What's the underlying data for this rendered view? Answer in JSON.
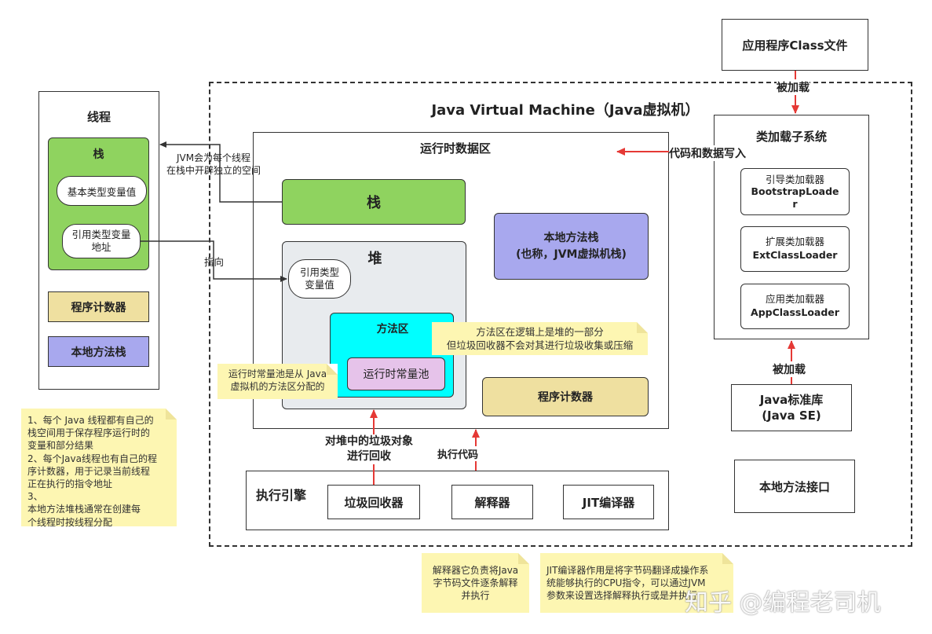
{
  "jvm": {
    "title": "Java Virtual Machine（Java虚拟机）"
  },
  "thread": {
    "title": "线程",
    "stack": {
      "title": "栈",
      "primitive": "基本类型变量值",
      "reference_line1": "引用类型变量",
      "reference_line2": "地址"
    },
    "pc": "程序计数器",
    "native_stack": "本地方法栈"
  },
  "runtime": {
    "title": "运行时数据区",
    "stack": "栈",
    "heap": {
      "title": "堆",
      "ref_line1": "引用类型",
      "ref_line2": "变量值"
    },
    "method_area": {
      "title": "方法区",
      "constant_pool": "运行时常量池"
    },
    "native_stack_line1": "本地方法栈",
    "native_stack_line2": "(也称，JVM虚拟机栈)",
    "pc": "程序计数器"
  },
  "engine": {
    "title": "执行引擎",
    "gc": "垃圾回收器",
    "interpreter": "解释器",
    "jit": "JIT编译器"
  },
  "classfile": "应用程序Class文件",
  "loader": {
    "title": "类加载子系统",
    "bootstrap_line1": "引导类加载器",
    "bootstrap_line2": "BootstrapLoade",
    "bootstrap_line3": "r",
    "ext_line1": "扩展类加载器",
    "ext_line2": "ExtClassLoader",
    "app_line1": "应用类加载器",
    "app_line2": "AppClassLoader"
  },
  "java_se_line1": "Java标准库",
  "java_se_line2": "(Java SE)",
  "native_interface": "本地方法接口",
  "labels": {
    "loaded_top": "被加载",
    "loaded_bottom": "被加载",
    "write_in": "代码和数据写入",
    "gc_line1": "对堆中的垃圾对象",
    "gc_line2": "进行回收",
    "exec_code": "执行代码",
    "jvm_thread_line1": "JVM会为每个线程",
    "jvm_thread_line2": "在栈中开辟独立的空间",
    "points_to": "指向"
  },
  "notes": {
    "method_area_line1": "方法区在逻辑上是堆的一部分",
    "method_area_line2": "但垃圾回收器不会对其进行垃圾收集或压缩",
    "constant_pool_line1": "运行时常量池是从 Java",
    "constant_pool_line2": "虚拟机的方法区分配的",
    "thread_line1": "1、每个 Java 线程都有自己的",
    "thread_line2": "栈空间用于保存程序运行时的",
    "thread_line3": "变量和部分结果",
    "thread_line4": "2、每个Java线程也有自己的程",
    "thread_line5": "序计数器，用于记录当前线程",
    "thread_line6": "正在执行的指令地址",
    "thread_line7": "3、",
    "thread_line8": "本地方法堆栈通常在创建每",
    "thread_line9": "个线程时按线程分配",
    "interpreter_line1": "解释器它负责将Java",
    "interpreter_line2": "字节码文件逐条解释",
    "interpreter_line3": "并执行",
    "jit_line1": "JIT编译器作用是将字节码翻译成操作系",
    "jit_line2": "统能够执行的CPU指令，可以通过JVM",
    "jit_line3": "参数来设置选择解释执行或是并执行"
  },
  "watermark": "知乎 @编程老司机"
}
